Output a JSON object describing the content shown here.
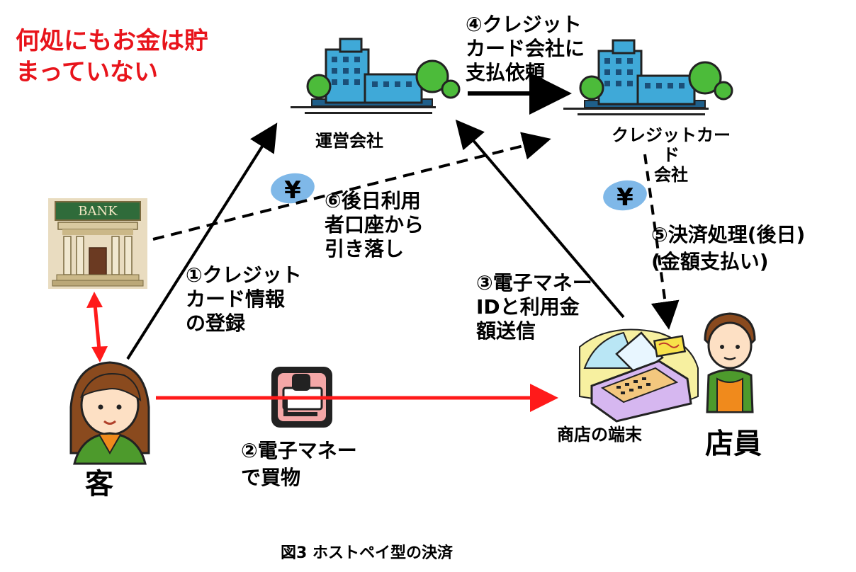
{
  "note": "何処にもお金は貯\nまっていない",
  "entities": {
    "operator": "運営会社",
    "credit_company": "クレジットカード\n会社",
    "bank_sign": "BANK",
    "customer": "客",
    "terminal": "商店の端末",
    "clerk": "店員"
  },
  "steps": {
    "s1": "①クレジット\nカード情報\nの登録",
    "s2": "②電子マネー\nで買物",
    "s3": "③電子マネー\nIDと利用金\n額送信",
    "s4": "④クレジット\nカード会社に\n支払依頼",
    "s5": "⑤決済処理(後日)\n(金額支払い)",
    "s6": "⑥後日利用\n者口座から\n引き落し"
  },
  "yen_symbol": "¥",
  "caption": "図3 ホストペイ型の決済",
  "colors": {
    "note_red": "#e8141b",
    "arrow_red": "#ff1a1a",
    "yen_badge": "#7fb8e8",
    "building_blue": "#3fa9d8",
    "tree_green": "#4cbb3a"
  }
}
